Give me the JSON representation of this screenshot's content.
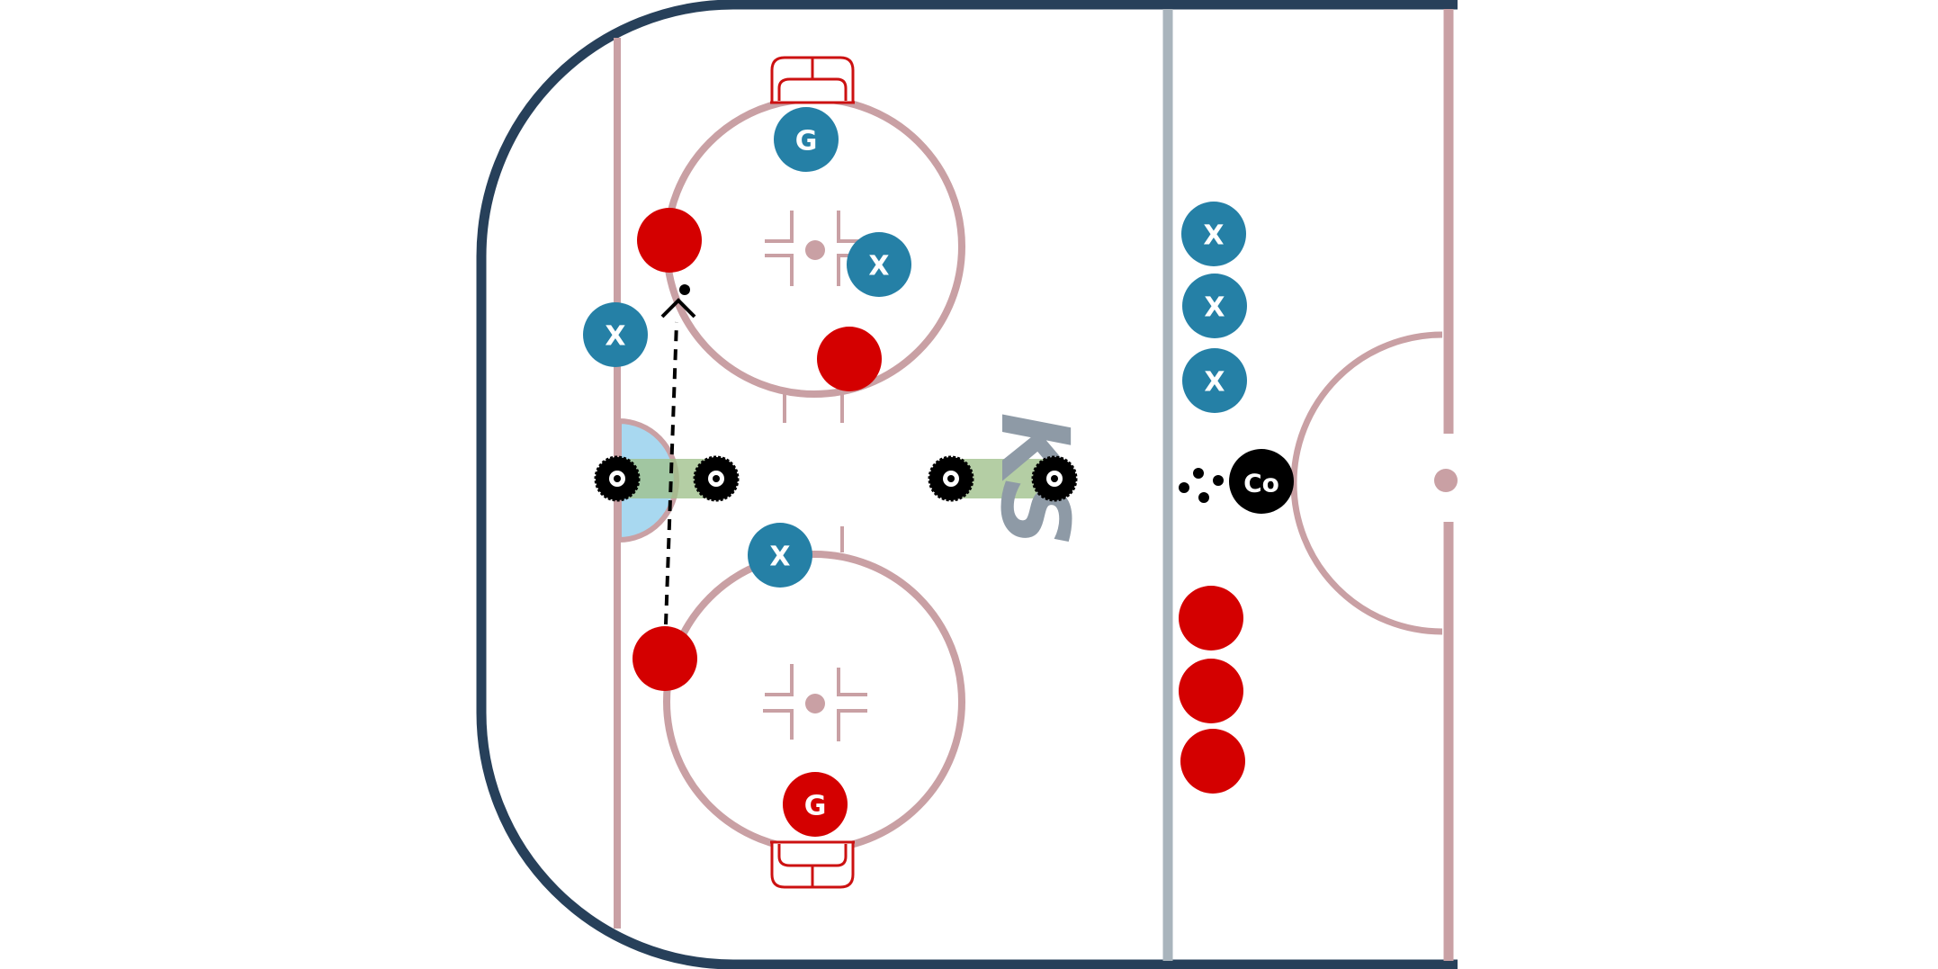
{
  "colors": {
    "boards": "#27405a",
    "rink_line": "#c9a0a4",
    "blue_line": "#a9b4bc",
    "net": "#cc1111",
    "team_blue": "#2580a6",
    "team_red": "#d40000",
    "coach": "#000000",
    "crease": "#a8d8f0",
    "lane": "#9fc08a",
    "logo": "#8e9aa6"
  },
  "labels": {
    "blue_player": "X",
    "goalie": "G",
    "coach": "Co",
    "logo": "KS"
  },
  "icons": [
    "puck-icon",
    "pylon-icon",
    "pass-arrow-icon"
  ]
}
